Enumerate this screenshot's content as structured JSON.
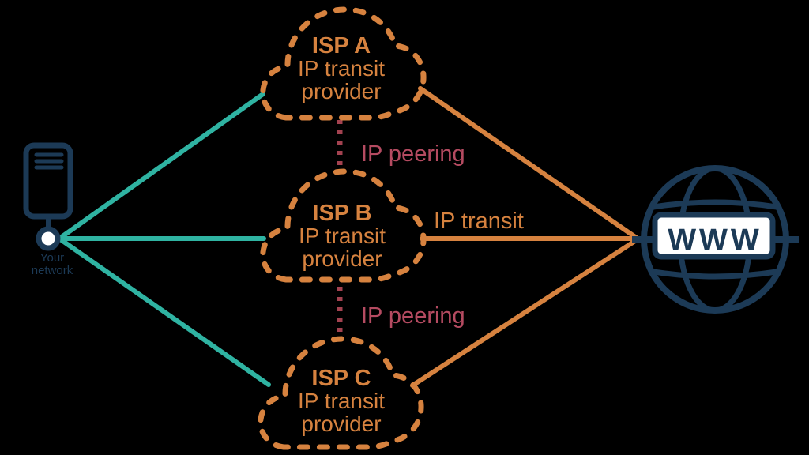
{
  "title": "IP transit vs IP peering network diagram",
  "colors": {
    "background": "#000000",
    "orange": "#D6823F",
    "teal": "#2FB3A2",
    "rose": "#B54B61",
    "maroon": "#A34250",
    "navy": "#1C3A56",
    "white": "#FFFFFF"
  },
  "nodes": {
    "server": {
      "label_line1": "Your",
      "label_line2": "network"
    },
    "clouds": [
      {
        "name": "ISP A",
        "role_line1": "IP transit",
        "role_line2": "provider"
      },
      {
        "name": "ISP B",
        "role_line1": "IP transit",
        "role_line2": "provider"
      },
      {
        "name": "ISP C",
        "role_line1": "IP transit",
        "role_line2": "provider"
      }
    ],
    "internet": {
      "label": "WWW"
    }
  },
  "edge_labels": {
    "peering_ab": "IP peering",
    "peering_bc": "IP peering",
    "transit": "IP transit"
  }
}
